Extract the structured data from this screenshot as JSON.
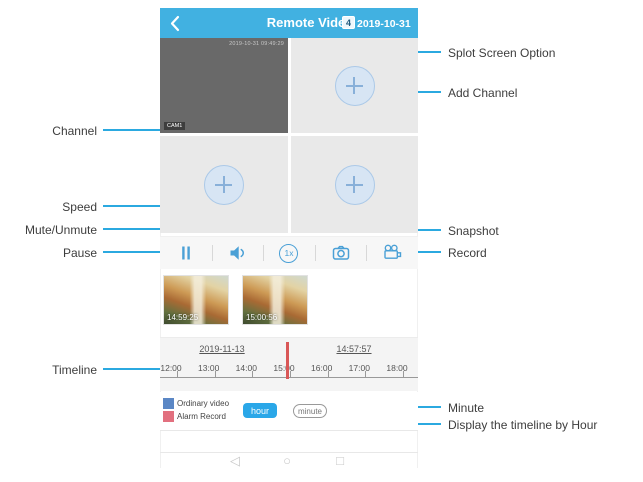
{
  "colors": {
    "header": "#41B1E1",
    "callout": "#2BA9E0",
    "icon": "#4AA0D6",
    "hour-btn": "#2AA7E8",
    "legend-ordinary": "#5B87C5",
    "legend-alarm": "#E2707F",
    "alarm-cursor": "#D95757"
  },
  "annotations": {
    "left": [
      {
        "label": "Channel"
      },
      {
        "label": "Speed"
      },
      {
        "label": "Mute/Unmute"
      },
      {
        "label": "Pause"
      },
      {
        "label": "Timeline"
      }
    ],
    "right": [
      {
        "label": "Splot Screen Option"
      },
      {
        "label": "Add Channel"
      },
      {
        "label": "Snapshot"
      },
      {
        "label": "Record"
      },
      {
        "label": "Minute"
      },
      {
        "label": "Display the timeline by Hour"
      }
    ]
  },
  "phone": {
    "header": {
      "title": "Remote Video",
      "split_count": "4",
      "date": "2019-10-31"
    },
    "video_grid": {
      "osd_timestamp": "2019-10-31 09:49:29",
      "channel_label": "CAM1"
    },
    "controls": {
      "speed_label": "1x"
    },
    "thumbnails": [
      {
        "time": "14:59:25"
      },
      {
        "time": "15:00:56"
      }
    ],
    "timeline": {
      "date_label": "2019-11-13",
      "time_label": "14:57:57",
      "hours": [
        "12:00",
        "13:00",
        "14:00",
        "15:00",
        "16:00",
        "17:00",
        "18:00"
      ]
    },
    "legend": [
      {
        "label": "Ordinary video",
        "color": "#5B87C5"
      },
      {
        "label": "Alarm Record",
        "color": "#E2707F"
      }
    ],
    "view_buttons": {
      "hour_label": "hour",
      "minute_label": "minute"
    },
    "nav": {
      "back_glyph": "◁",
      "home_glyph": "○",
      "recents_glyph": "□"
    }
  }
}
